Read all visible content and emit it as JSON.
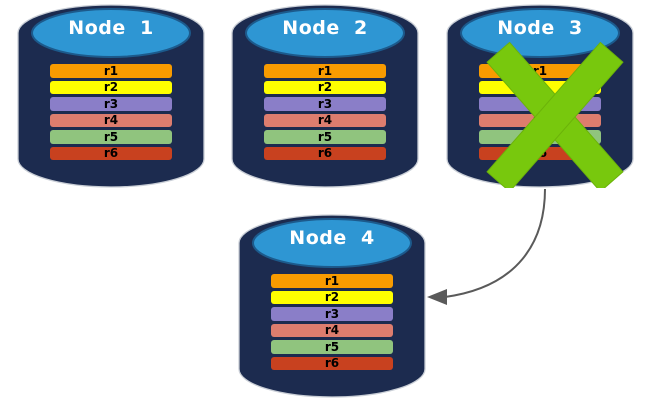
{
  "diagram": {
    "type": "database-replication-failover",
    "nodes": [
      {
        "label": "Node  1",
        "failed": false
      },
      {
        "label": "Node  2",
        "failed": false
      },
      {
        "label": "Node  3",
        "failed": true
      },
      {
        "label": "Node  4",
        "failed": false
      }
    ],
    "rows": [
      {
        "label": "r1",
        "color": "#F89B00"
      },
      {
        "label": "r2",
        "color": "#FFFF00"
      },
      {
        "label": "r3",
        "color": "#8A7EC8"
      },
      {
        "label": "r4",
        "color": "#DD7D6E"
      },
      {
        "label": "r5",
        "color": "#90C47E"
      },
      {
        "label": "r6",
        "color": "#C8411F"
      }
    ],
    "arrow": {
      "from": "Node  3",
      "to": "Node  4"
    },
    "colors": {
      "cylinder_body": "#1C2B4F",
      "cylinder_outline": "#C9CED6",
      "cylinder_top": "#2E96D3",
      "cylinder_top_border": "#1C5A8C",
      "node_label_text": "#FFFFFF",
      "row_label_text": "#000000",
      "failure_x": "#78C80D",
      "failure_x_edge": "#6BB20A",
      "arrow": "#5A5A5A"
    }
  }
}
